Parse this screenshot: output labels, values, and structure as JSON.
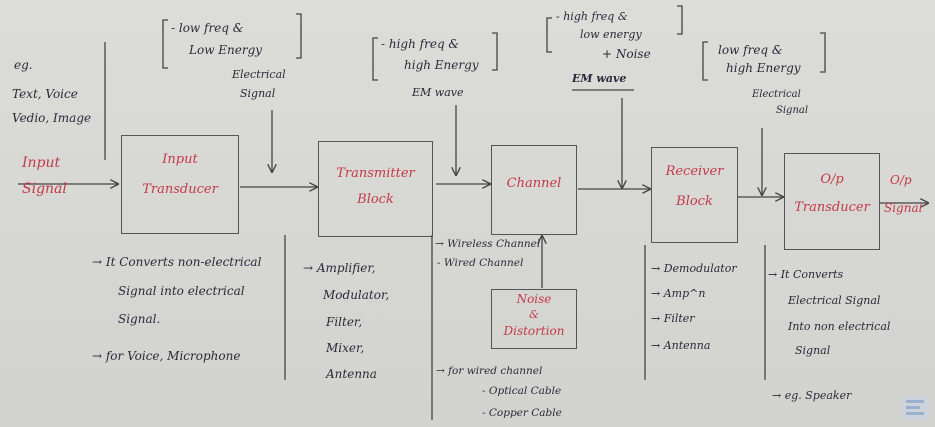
{
  "eg_label": "eg.",
  "eg_line1": "Text, Voice",
  "eg_line2": "Vedio, Image",
  "input_signal_1": "Input",
  "input_signal_2": "Signal",
  "bracket1_line1": "- low freq &",
  "bracket1_line2": "Low Energy",
  "elec_signal_1": "Electrical",
  "elec_signal_2": "Signal",
  "bracket2_line1": "- high freq &",
  "bracket2_line2": "high Energy",
  "em_wave_1": "EM wave",
  "bracket3_line1": "- high freq &",
  "bracket3_line2": "low energy",
  "bracket3_line3": "+ Noise",
  "em_wave_2": "EM wave",
  "bracket4_line1": "low freq &",
  "bracket4_line2": "high Energy",
  "elec_signal2_1": "Electrical",
  "elec_signal2_2": "Signal",
  "op_signal_1": "O/p",
  "op_signal_2": "Signal",
  "blocks": {
    "input_transducer": [
      "Input",
      "Transducer"
    ],
    "transmitter": [
      "Transmitter",
      "Block"
    ],
    "channel": [
      "Channel"
    ],
    "receiver": [
      "Receiver",
      "Block"
    ],
    "op_transducer": [
      "O/p",
      "Transducer"
    ],
    "noise": [
      "Noise",
      "&",
      "Distortion"
    ]
  },
  "note1": [
    "→ It Converts non-electrical",
    "Signal into electrical",
    "Signal.",
    "",
    "→ for Voice, Microphone"
  ],
  "note2": [
    "→ Amplifier,",
    "Modulator,",
    "Filter,",
    "Mixer,",
    "Antenna"
  ],
  "note3a": [
    "→ Wireless Channel",
    "- Wired Channel"
  ],
  "note3b": [
    "→ for wired channel",
    "- Optical Cable",
    "- Copper Cable"
  ],
  "note4": [
    "→ Demodulator",
    "→ Amp^n",
    "→ Filter",
    "→ Antenna"
  ],
  "note5": [
    "→ It Converts",
    "Electrical Signal",
    "Into non electrical",
    "Signal",
    "",
    "→ eg. Speaker"
  ]
}
